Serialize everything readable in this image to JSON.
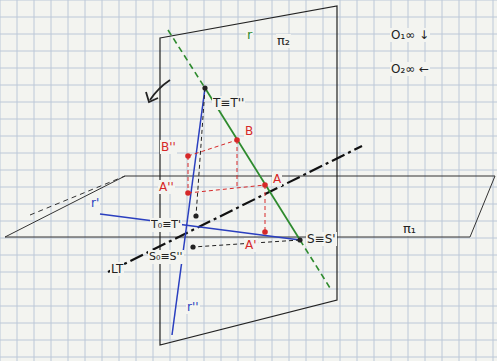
{
  "diagram": {
    "labels": [
      "r",
      "π₂",
      "O₁∞ ↓",
      "O₂∞ ←",
      "T≡T''",
      "B''",
      "B",
      "A''",
      "A",
      "r'",
      "T₀≡T'",
      "S₀≡S''",
      "S≡S'",
      "π₁",
      "LT",
      "r''",
      "A'"
    ]
  }
}
